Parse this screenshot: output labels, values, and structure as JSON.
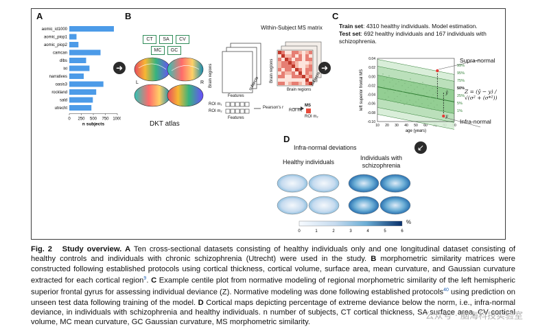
{
  "panels": {
    "A": {
      "letter": "A",
      "chart_data": {
        "type": "bar",
        "orientation": "horizontal",
        "categories": [
          "aomic_id1000",
          "aomic_piop1",
          "aomic_piop2",
          "camcan",
          "dlbs",
          "ixi",
          "narratives",
          "oasis3",
          "rockland",
          "sald",
          "utrecht"
        ],
        "values": [
          928,
          150,
          190,
          650,
          350,
          420,
          300,
          710,
          560,
          490,
          460
        ],
        "xlabel": "n subjects",
        "xticks": [
          "0",
          "250",
          "500",
          "750",
          "1000"
        ],
        "xlim": [
          0,
          1000
        ],
        "color": "#4c9be8"
      }
    },
    "B": {
      "letter": "B",
      "features": [
        "CT",
        "SA",
        "CV",
        "MC",
        "GC"
      ],
      "atlas_label": "DKT atlas",
      "hemi_left": "L",
      "hemi_right": "R",
      "matrix_title": "Within-Subject MS matrix",
      "stack_axis_regions": "Brain regions",
      "stack_axis_features": "Features",
      "stack_axis_subjects": "subjects",
      "roi1": "ROI m₁",
      "roi2": "ROI m₂",
      "features_label": "Features",
      "pearson": "Pearson's r",
      "ms_label": "MS",
      "ms_roi1": "ROI m₁",
      "ms_roi2": "ROI m₂"
    },
    "C": {
      "letter": "C",
      "train_label": "Train set",
      "train_text": ": 4310 healthy individuals. Model estimation.",
      "test_label": "Test set",
      "test_text": ": 692 healthy individuals and 167 individuals with schizophrenia.",
      "supra": "Supra-normal",
      "infra": "Infra-normal",
      "ylabel": "left superior frontal MS",
      "xlabel": "age (years)",
      "xticks": [
        "10",
        "20",
        "30",
        "40",
        "50",
        "60",
        "70",
        "80",
        "90"
      ],
      "yticks": [
        "0.04",
        "0.02",
        "0.00",
        "-0.02",
        "-0.04",
        "-0.06",
        "-0.08",
        "-0.10"
      ],
      "centiles": [
        "99%",
        "95%",
        "75%",
        "50%",
        "25%",
        "5%",
        "1%"
      ],
      "formula": "Z = (ŷ − y) / √(σ² + (σ*²))",
      "point_y": "y",
      "point_yhat": "ŷ"
    },
    "D": {
      "letter": "D",
      "title": "Infra-normal deviations",
      "healthy": "Healthy individuals",
      "scz": "Individuals with schizophrenia",
      "colorbar_ticks": [
        "0",
        "1",
        "2",
        "3",
        "4",
        "5",
        "6"
      ],
      "colorbar_unit": "%"
    }
  },
  "caption": {
    "fig": "Fig. 2",
    "title": "Study overview.",
    "a": "A",
    "a_text": "Ten cross-sectional datasets consisting of healthy individuals only and one longitudinal dataset consisting of healthy controls and individuals with chronic schizophrenia (Utrecht) were used in the study.",
    "b": "B",
    "b_text": "morphometric similarity matrices were constructed following established protocols using cortical thickness, cortical volume, surface area, mean curvature, and Gaussian curvature extracted for each cortical region",
    "b_ref": "9",
    "c": "C",
    "c_text": "Example centile plot from normative modeling of regional morphometric similarity of the left hemispheric superior frontal gyrus for assessing individual deviance (Z). Normative modeling was done following established protocols",
    "c_ref": "40",
    "c_text2": "using prediction on unseen test data following training of the model.",
    "d": "D",
    "d_text": "Cortical maps depicting percentage of extreme deviance below the norm, i.e., infra-normal deviance, in individuals with schizophrenia and healthy individuals. n number of subjects, CT cortical thickness, SA surface area, CV cortical volume, MC mean curvature, GC Gaussian curvature, MS morphometric similarity."
  },
  "watermark": "公众号 · 脑海科技实验室"
}
